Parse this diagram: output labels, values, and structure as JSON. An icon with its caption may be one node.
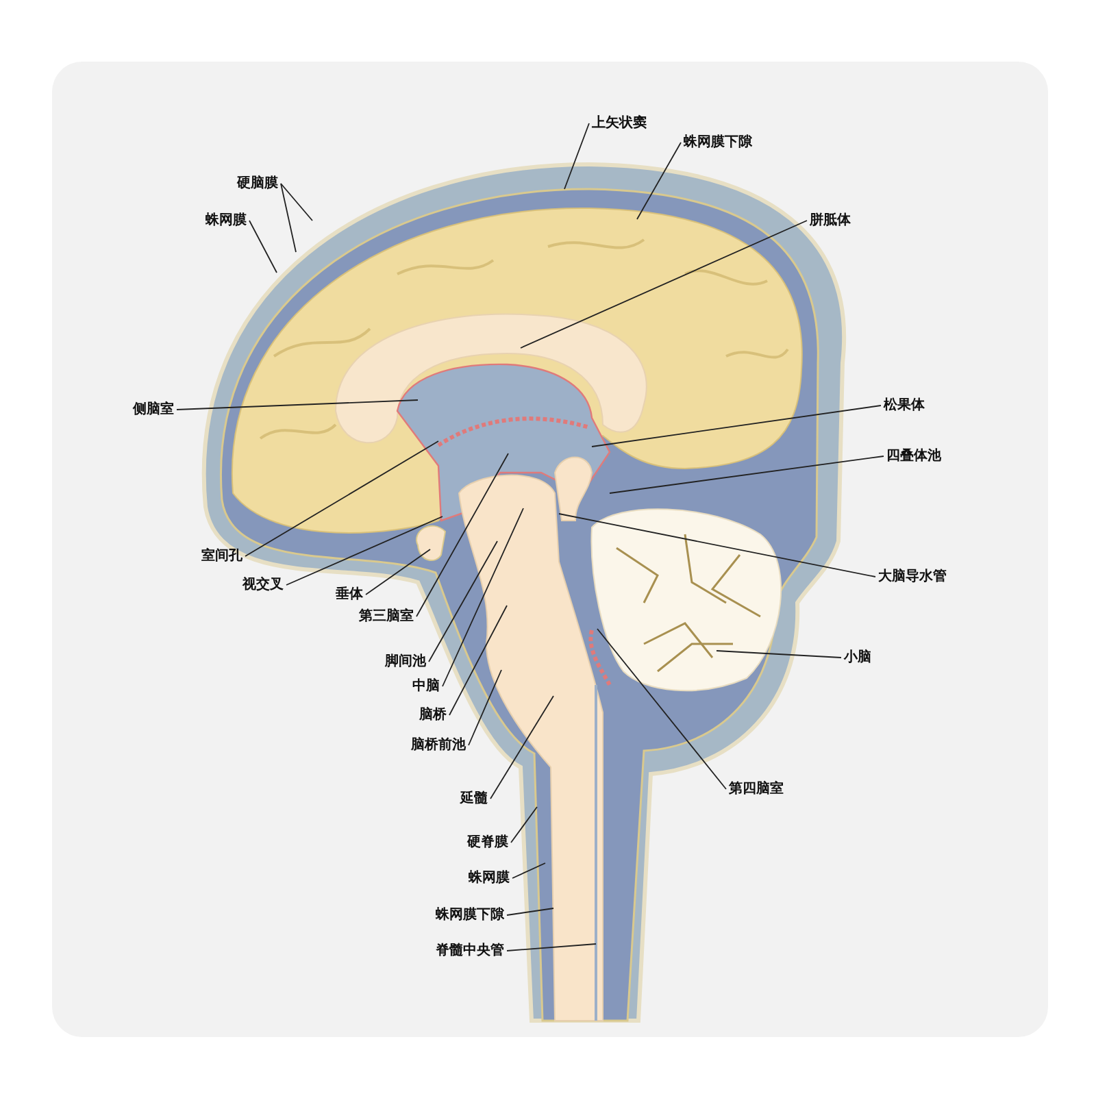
{
  "diagram": {
    "nodes": [
      {
        "text": [
          "上矢状窦"
        ]
      },
      {
        "text": [
          "蛛网膜下隙"
        ]
      },
      {
        "text": [
          "硬脑膜"
        ]
      },
      {
        "text": [
          "蛛网膜"
        ]
      },
      {
        "text": [
          "胼胝体"
        ]
      },
      {
        "text": [
          "侧脑室"
        ]
      },
      {
        "text": [
          "松果体"
        ]
      },
      {
        "text": [
          "四叠体池"
        ]
      },
      {
        "text": [
          "室间孔"
        ]
      },
      {
        "text": [
          "视交叉"
        ]
      },
      {
        "text": [
          "垂体"
        ]
      },
      {
        "text": [
          "第三脑室"
        ]
      },
      {
        "text": [
          "大脑导水管"
        ]
      },
      {
        "text": [
          "脚间池"
        ]
      },
      {
        "text": [
          "中脑"
        ]
      },
      {
        "text": [
          "脑桥"
        ]
      },
      {
        "text": [
          "小脑"
        ]
      },
      {
        "text": [
          "脑桥前池"
        ]
      },
      {
        "text": [
          "第四脑室"
        ]
      },
      {
        "text": [
          "延髓"
        ]
      },
      {
        "text": [
          "硬脊膜"
        ]
      },
      {
        "text": [
          "蛛网膜"
        ]
      },
      {
        "text": [
          "蛛网膜下隙"
        ]
      },
      {
        "text": [
          "脊髓中央管"
        ]
      }
    ],
    "edges": [
      {
        "from": 0,
        "to": null,
        "arrow": "none"
      },
      {
        "from": 1,
        "to": null,
        "arrow": "none"
      },
      {
        "from": 2,
        "to": null,
        "arrow": "none"
      },
      {
        "from": 2,
        "to": null,
        "arrow": "none"
      },
      {
        "from": 3,
        "to": null,
        "arrow": "none"
      },
      {
        "from": 4,
        "to": null,
        "arrow": "none"
      },
      {
        "from": 5,
        "to": null,
        "arrow": "none"
      },
      {
        "from": 6,
        "to": null,
        "arrow": "none"
      },
      {
        "from": 7,
        "to": null,
        "arrow": "none"
      },
      {
        "from": 8,
        "to": null,
        "arrow": "none"
      },
      {
        "from": 9,
        "to": null,
        "arrow": "none"
      },
      {
        "from": 10,
        "to": null,
        "arrow": "none"
      },
      {
        "from": 11,
        "to": null,
        "arrow": "none"
      },
      {
        "from": 12,
        "to": null,
        "arrow": "none"
      },
      {
        "from": 13,
        "to": null,
        "arrow": "none"
      },
      {
        "from": 14,
        "to": null,
        "arrow": "none"
      },
      {
        "from": 15,
        "to": null,
        "arrow": "none"
      },
      {
        "from": 16,
        "to": null,
        "arrow": "none"
      },
      {
        "from": 17,
        "to": null,
        "arrow": "none"
      },
      {
        "from": 18,
        "to": null,
        "arrow": "none"
      },
      {
        "from": 19,
        "to": null,
        "arrow": "none"
      },
      {
        "from": 20,
        "to": null,
        "arrow": "none"
      },
      {
        "from": 21,
        "to": null,
        "arrow": "none"
      },
      {
        "from": 22,
        "to": null,
        "arrow": "none"
      },
      {
        "from": 23,
        "to": null,
        "arrow": "none"
      }
    ]
  }
}
